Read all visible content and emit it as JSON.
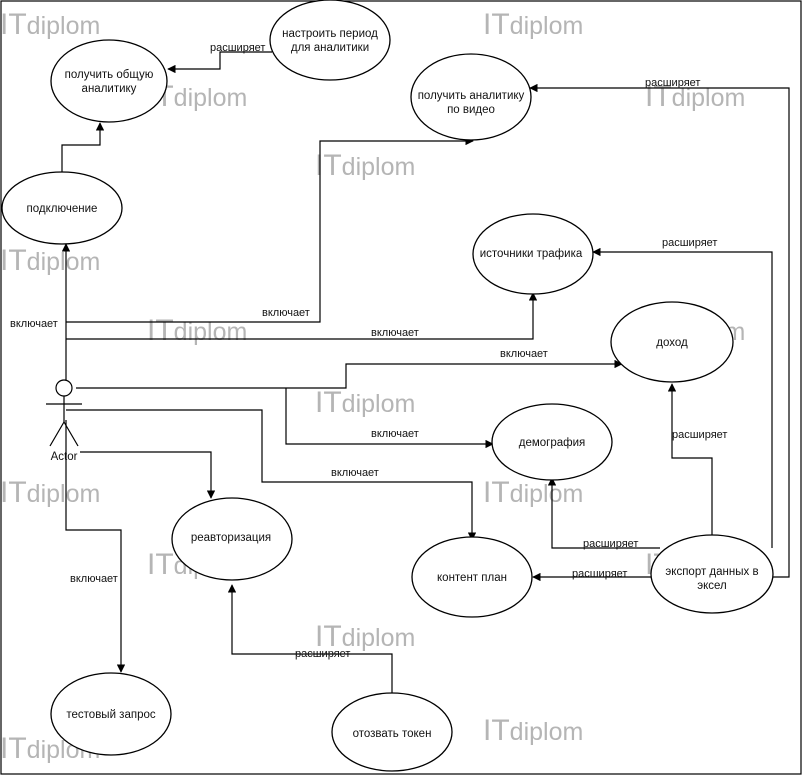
{
  "diagram": {
    "actor": {
      "label": "Actor"
    },
    "use_cases": {
      "configure_period": [
        "настроить период",
        "для аналитики"
      ],
      "overall_analytics": [
        "получить общую",
        "аналитику"
      ],
      "video_analytics": [
        "получить аналитику",
        "по видео"
      ],
      "connection": [
        "подключение"
      ],
      "traffic_sources": [
        "источники трафика"
      ],
      "income": [
        "доход"
      ],
      "demography": [
        "демография"
      ],
      "reauthorization": [
        "реавторизация"
      ],
      "content_plan": [
        "контент план"
      ],
      "export_excel": [
        "экспорт данных в",
        "эксел"
      ],
      "test_request": [
        "тестовый запрос"
      ],
      "revoke_token": [
        "отозвать токен"
      ]
    },
    "relations": {
      "include": "включает",
      "extend": "расширяет"
    }
  },
  "watermark": {
    "brand_big": "IT",
    "brand_small": "diplom"
  }
}
